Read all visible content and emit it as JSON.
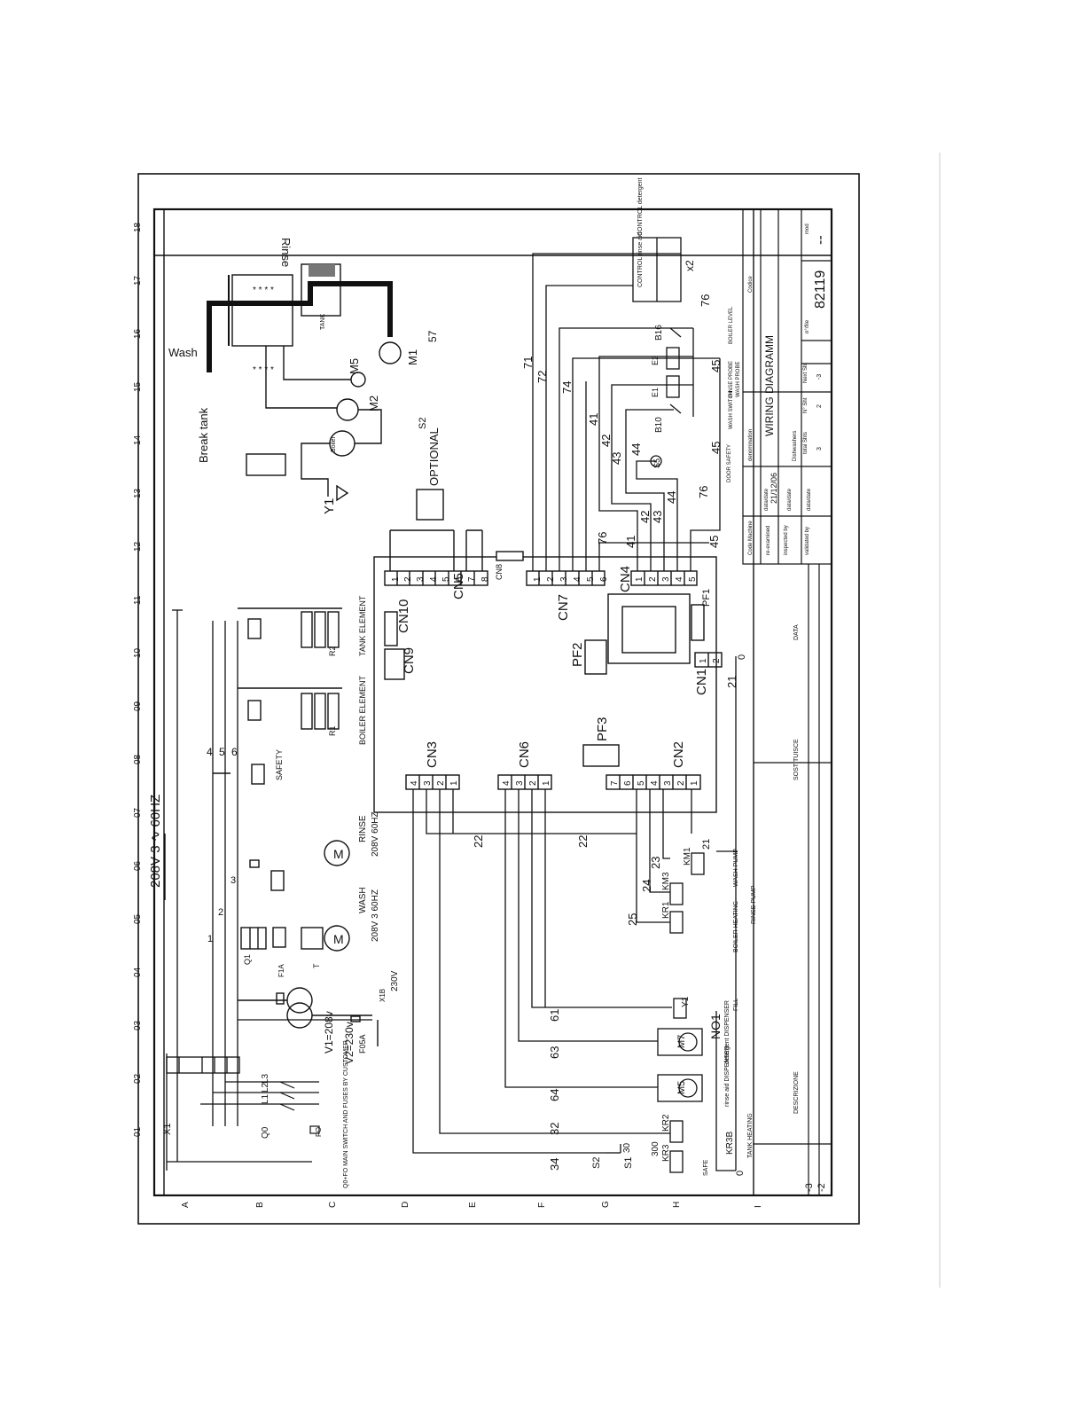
{
  "drawing": {
    "supply": "208V 3 ∿ 60HZ",
    "column_numbers": [
      "01",
      "02",
      "03",
      "04",
      "05",
      "06",
      "07",
      "08",
      "09",
      "10",
      "11",
      "12",
      "13",
      "14",
      "15",
      "16",
      "17",
      "18"
    ],
    "row_letters": [
      "A",
      "B",
      "C",
      "D",
      "E",
      "F",
      "G",
      "H",
      "I"
    ],
    "pcb_connectors": {
      "cn3": {
        "label": "CN3",
        "pins": [
          "4",
          "3",
          "2",
          "1"
        ]
      },
      "cn6": {
        "label": "CN6",
        "pins": [
          "4",
          "3",
          "2",
          "1"
        ]
      },
      "cn2": {
        "label": "CN2",
        "pins": [
          "7",
          "6",
          "5",
          "4",
          "3",
          "2",
          "1"
        ]
      },
      "cn1": {
        "label": "CN1",
        "pins": [
          "1",
          "2"
        ]
      },
      "cn5": {
        "label": "CN5",
        "pins": [
          "1",
          "2",
          "3",
          "4",
          "5",
          "6",
          "7",
          "8"
        ]
      },
      "cn7": {
        "label": "CN7",
        "pins": [
          "1",
          "2",
          "3",
          "4",
          "5",
          "6"
        ]
      },
      "cn4": {
        "label": "CN4",
        "pins": [
          "1",
          "2",
          "3",
          "4",
          "5"
        ]
      },
      "cn8": "CN8",
      "cn9": "CN9",
      "cn10": "CN10",
      "pf1": "PF1",
      "pf2": "PF2",
      "pf3": "PF3"
    },
    "hydraulic": {
      "wash": "Wash",
      "rinse": "Rinse",
      "break_tank": "Break tank",
      "tank": "TANK",
      "boiler": "Boiler",
      "y1": "Y1",
      "m1": "M1",
      "m2": "M2",
      "m5": "M5",
      "n57": "57",
      "s2": "S2",
      "optional": "OPTIONAL"
    },
    "power_labels": {
      "x1": "X1",
      "q0": "Q0",
      "fo": "FO",
      "q1": "Q1",
      "l1": "L1",
      "l2": "L2",
      "l3": "L3",
      "main_switch_note": "Q0+FO MAIN SWITCH AND FUSES BY CUSTOMER",
      "v1": "V1=208v",
      "v2": "V2=230v",
      "f05a": "F05A",
      "f1a": "F1A",
      "t": "T",
      "x1b": "X1B",
      "v230": "230V",
      "wash_motor": "WASH",
      "wash_rating": "208V 3 60HZ",
      "rinse_motor": "RINSE",
      "rinse_rating": "208V 60HZ",
      "safety": "SAFETY",
      "boiler_element": "BOILER ELEMENT",
      "tank_element": "TANK ELEMENT",
      "r1": "R1",
      "r2": "R2"
    },
    "wire_numbers": [
      "1",
      "2",
      "3",
      "4",
      "5",
      "6",
      "21",
      "22",
      "22",
      "23",
      "24",
      "25",
      "61",
      "63",
      "64",
      "32",
      "34",
      "30",
      "300",
      "71",
      "72",
      "74",
      "41",
      "42",
      "43",
      "44",
      "45",
      "76",
      "21",
      "0"
    ],
    "controls": {
      "km1": "KM1",
      "km3": "KM3",
      "kr1": "KR1",
      "kr2": "KR2",
      "kr3": "KR3",
      "kr3b": "KR3B",
      "y1coil": "Y1",
      "m7": "M7",
      "m5d": "M5",
      "no1": "NO1",
      "s1": "S1",
      "s2": "S2",
      "wash_pump": "WASH PUMP",
      "rinse_pump": "RINSE PUMP",
      "boiler_heating": "BOILER HEATING",
      "fill": "FILL",
      "det_disp": "detergent DISPENSER",
      "rinse_disp": "rinse aid DISPENSER",
      "tank_heating": "TANK HEATING",
      "safe": "SAFE",
      "door_safety": "DOOR SAFETY",
      "wash_switch": "WASH SWITCH",
      "rinse_probe": "RINSE PROBE",
      "wash_probe": "WASH PROBE",
      "boiler_level": "BOILER LEVEL",
      "control_rinse": "CONTROL rinse aid",
      "control_det": "CONTROL detergent",
      "x2": "x2",
      "b10": "B10",
      "b16": "B16",
      "e1": "E1",
      "e2": "E2",
      "s5": "S5",
      "zero": "0"
    },
    "title_block": {
      "code_machine": "Code Machine",
      "codice": "Codice",
      "reexamined": "re-examined",
      "inspected": "inspected by",
      "validated": "validated by",
      "date_head": "data/date",
      "date": "21/12/06",
      "denomination": "denomination",
      "title": "WIRING DIAGRAMM",
      "machine": "Dishwashers",
      "file_no": "n°/file",
      "number": "82119",
      "mod": "mod",
      "rev": "--",
      "total_sheets_head": "total Shts",
      "total_sheets": "3",
      "sheet_no_head": "N° Sht",
      "sheet_no": "2",
      "next_sheet_head": "Next Sht",
      "next_sheet": "-3",
      "sostituisce": "SOSTITUISCE",
      "data": "DATA",
      "descrizione": "DESCRIZIONE",
      "rev_m3": "-3",
      "rev_m2": "-2"
    }
  }
}
